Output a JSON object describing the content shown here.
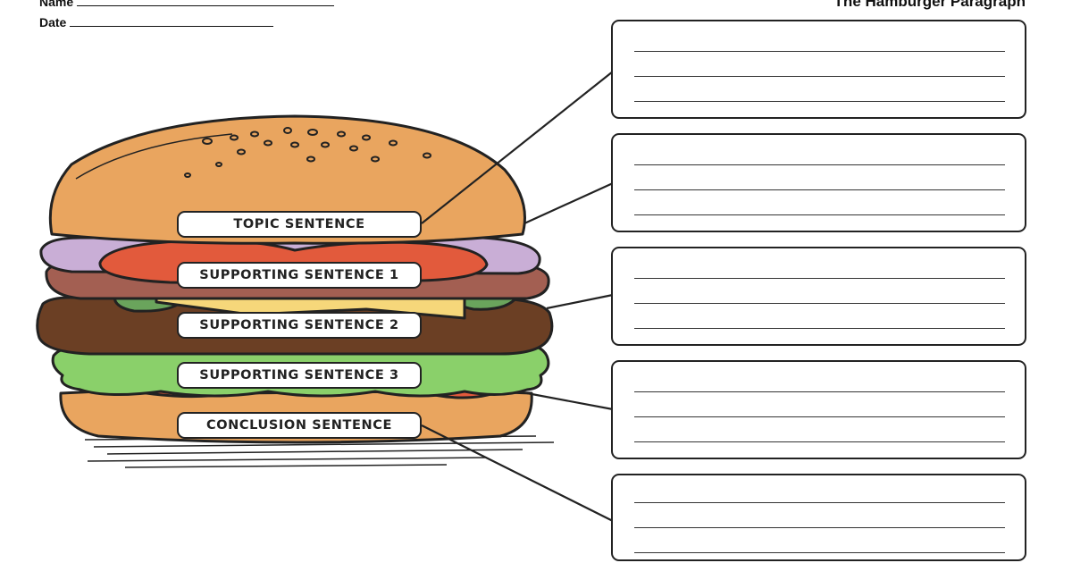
{
  "header": {
    "name_label": "Name",
    "date_label": "Date",
    "title": "The Hamburger Paragraph"
  },
  "labels": [
    "TOPIC SENTENCE",
    "SUPPORTING SENTENCE 1",
    "SUPPORTING SENTENCE 2",
    "SUPPORTING SENTENCE 3",
    "CONCLUSION SENTENCE"
  ],
  "colors": {
    "bun": "#e9a55f",
    "bun_shade": "#c98040",
    "tomato": "#e25a3c",
    "onion": "#c9aed6",
    "meat": "#a35f52",
    "cheese": "#f6d77a",
    "patty": "#6b3f24",
    "lettuce": "#8ad06a",
    "pickle": "#6aa45c",
    "ink": "#222222"
  },
  "icons": [
    "hamburger-illustration",
    "connector-line"
  ]
}
